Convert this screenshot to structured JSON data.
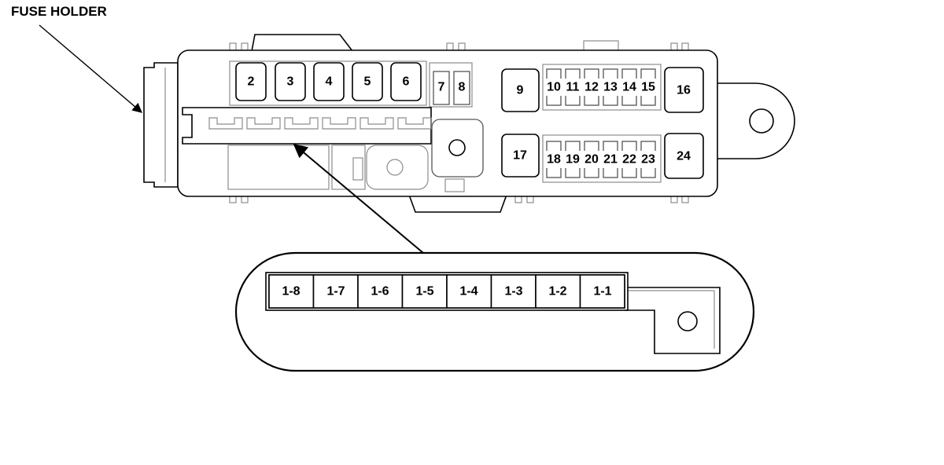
{
  "title": "FUSE HOLDER",
  "large_fuses_top": [
    "2",
    "3",
    "4",
    "5",
    "6"
  ],
  "small_fuses_top": [
    "7",
    "8"
  ],
  "fuse_left_top": "9",
  "fuse_left_bottom": "17",
  "mini_fuses_top": [
    "10",
    "11",
    "12",
    "13",
    "14",
    "15"
  ],
  "mini_fuses_bottom": [
    "18",
    "19",
    "20",
    "21",
    "22",
    "23"
  ],
  "fuse_right_top": "16",
  "fuse_right_bottom": "24",
  "holder_fuses": [
    "1-8",
    "1-7",
    "1-6",
    "1-5",
    "1-4",
    "1-3",
    "1-2",
    "1-1"
  ]
}
